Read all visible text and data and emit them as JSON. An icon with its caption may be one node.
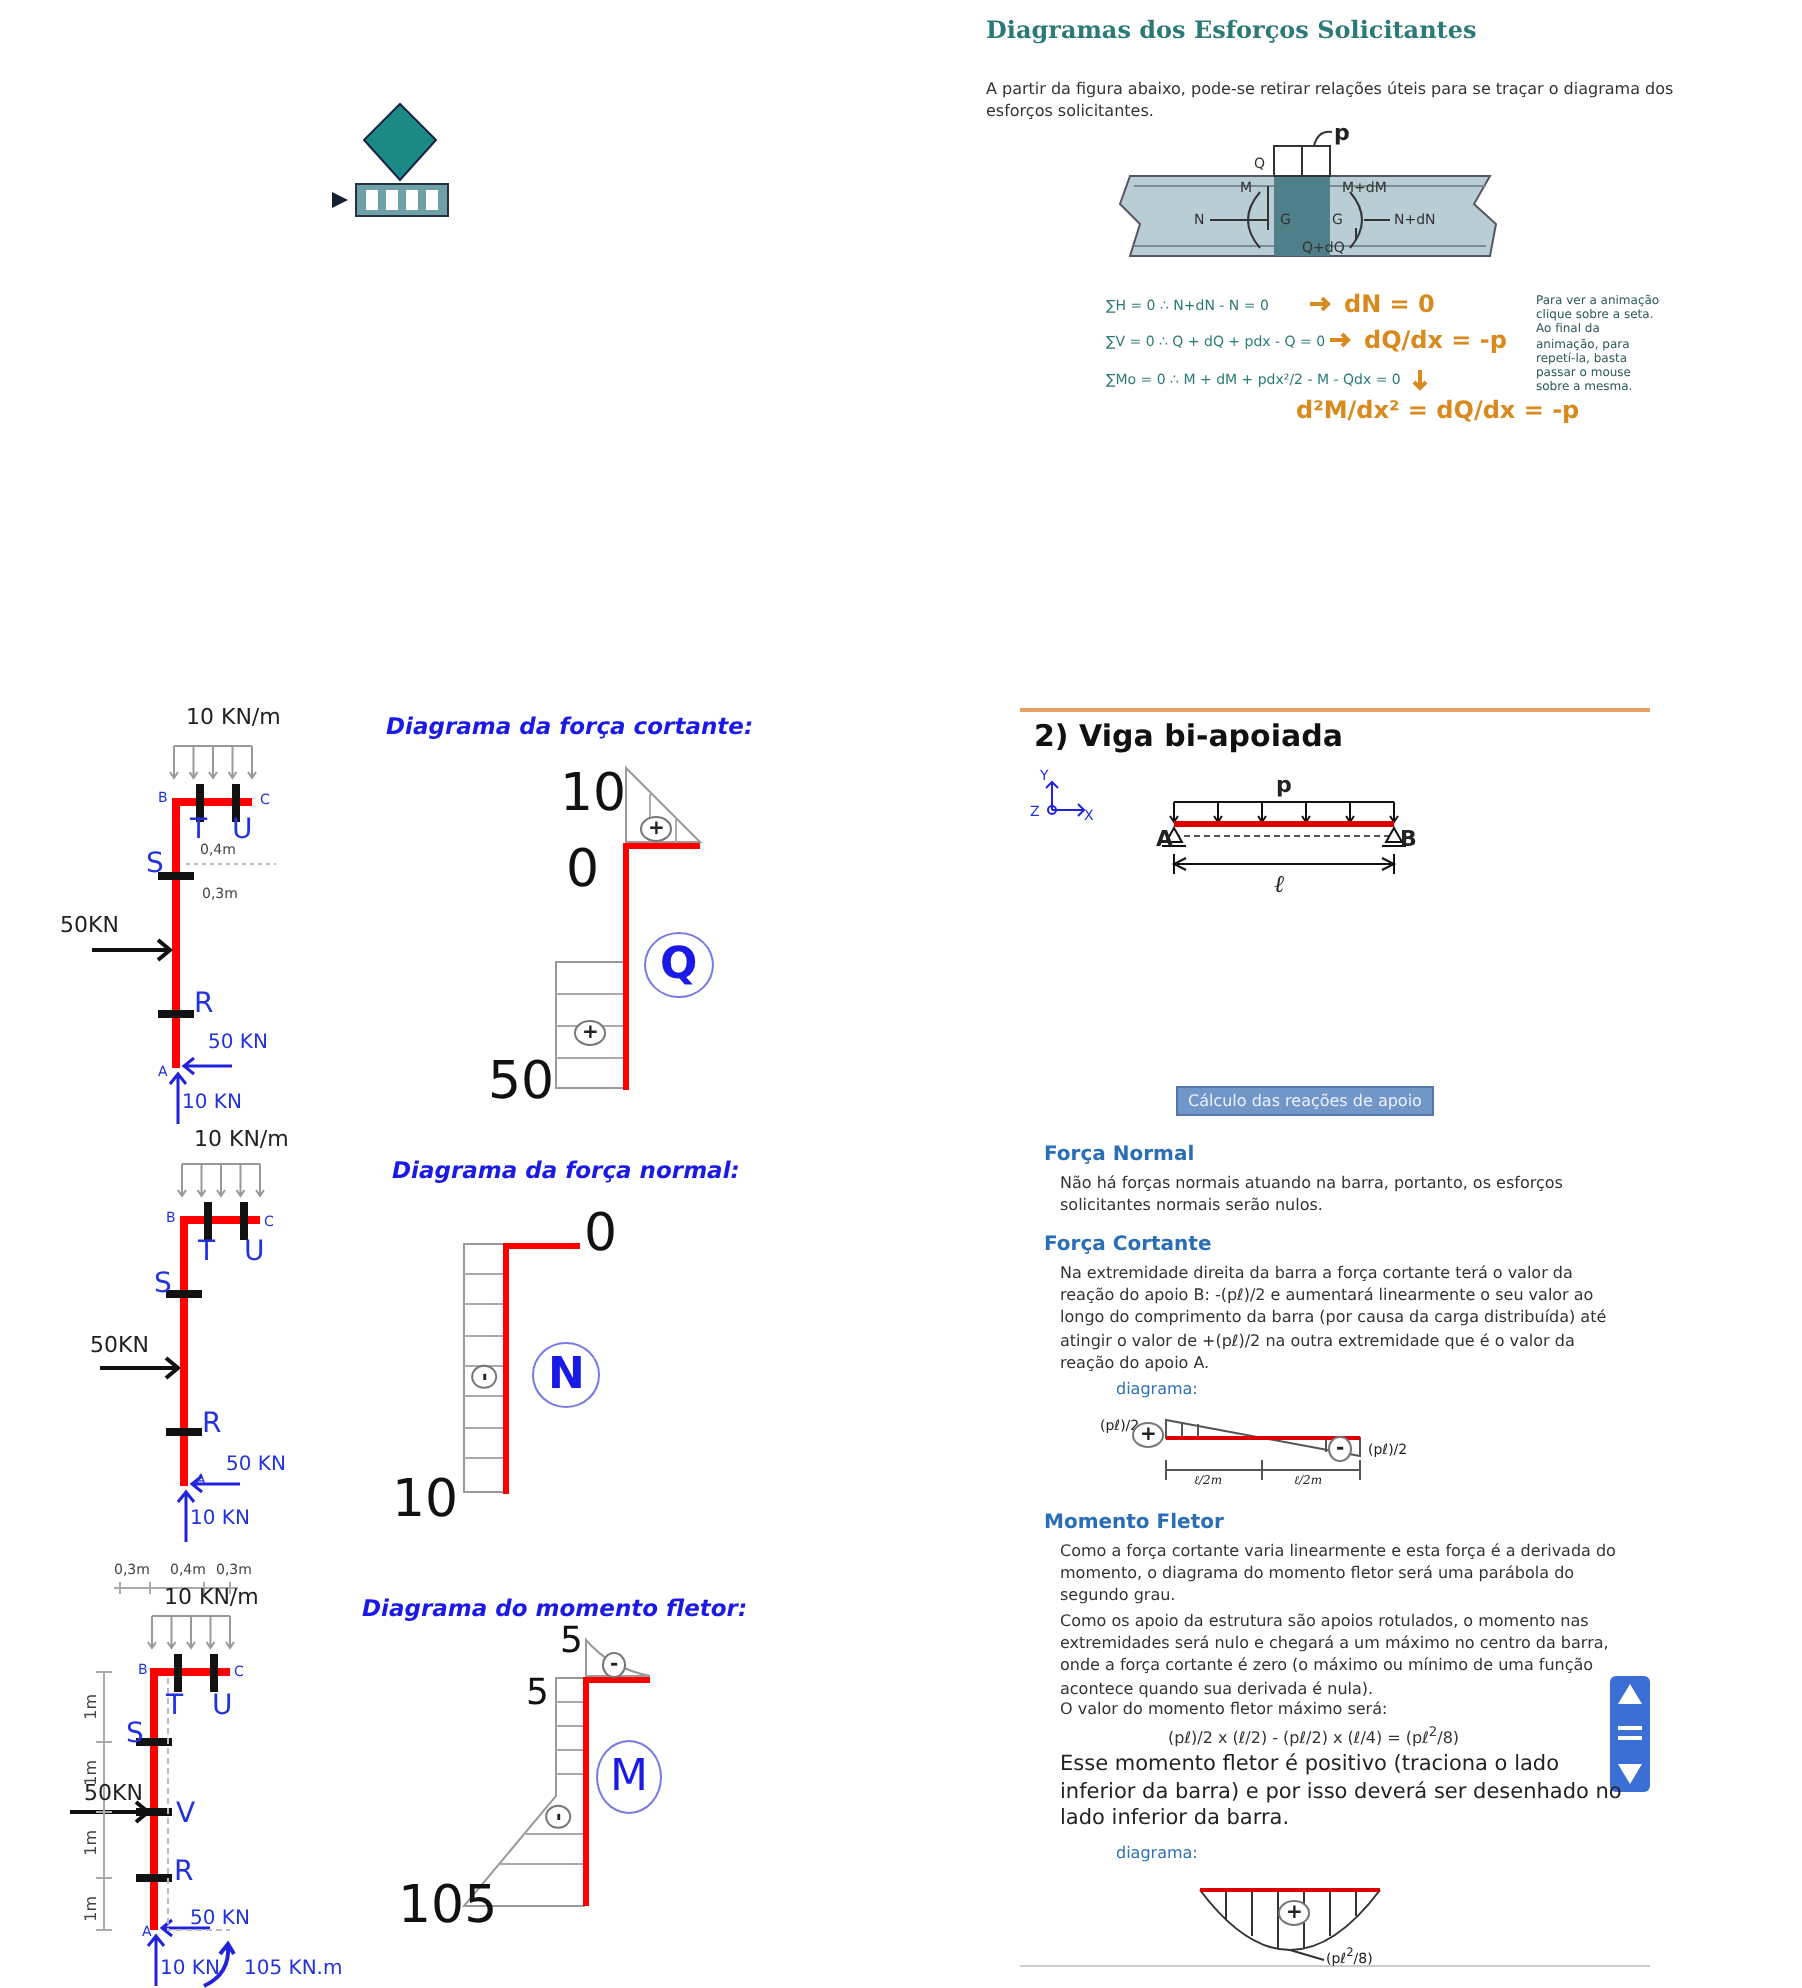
{
  "diagram": {
    "labels": [
      "Diagramas dos Esforços Solicitantes",
      "A partir da figura abaixo, pode-se retirar relações úteis para se traçar o diagrama dos esforços solicitantes.",
      "p",
      "M",
      "Q",
      "M+dM",
      "N",
      "G",
      "G",
      "N+dN",
      "Q+dQ",
      "∑H = 0  ∴  N+dN - N = 0",
      "dN = 0",
      "∑V = 0  ∴  Q + dQ + pdx - Q = 0",
      "dQ/dx = -p",
      "∑Mo = 0  ∴  M + dM + pdx²/2 - M - Qdx = 0",
      "d²M/dx² = dQ/dx = -p",
      "Para ver a animação clique sobre a seta. Ao final da animação, para repetí-la, basta passar o mouse sobre a mesma.",
      "10 KN/m",
      "B",
      "C",
      "T",
      "U",
      "S",
      "0,4m",
      "0,3m",
      "50KN",
      "R",
      "50 KN",
      "A",
      "10 KN",
      "Diagrama da força cortante:",
      "10",
      "+",
      "0",
      "Q",
      "+",
      "50",
      "10 KN/m",
      "B",
      "C",
      "T",
      "U",
      "S",
      "50KN",
      "R",
      "50 KN",
      "A",
      "10 KN",
      "Diagrama da força normal:",
      "0",
      "-",
      "N",
      "10",
      "0,3m",
      "0,4m",
      "0,3m",
      "10 KN/m",
      "B",
      "C",
      "1m",
      "T",
      "U",
      "S",
      "1m",
      "50KN",
      "V",
      "1m",
      "R",
      "1m",
      "50 KN",
      "A",
      "10 KN",
      "105 KN.m",
      "Diagrama do momento fletor:",
      "5",
      "-",
      "5",
      "M",
      "-",
      "105",
      "2) Viga bi-apoiada",
      "Y",
      "Z",
      "X",
      "p",
      "A",
      "B",
      "ℓ",
      "Cálculo das reações de apoio",
      "Força Normal",
      "Não há forças normais atuando na barra, portanto, os esforços solicitantes normais serão nulos.",
      "Força Cortante",
      "Na extremidade direita da barra a força cortante terá o valor da reação do apoio B: -(pℓ)/2 e aumentará linearmente o seu valor ao longo do comprimento da barra (por causa da carga distribuída) até atingir o valor de +(pℓ)/2 na outra extremidade que é o valor da reação do apoio A.",
      "diagrama:",
      "(pℓ)/2",
      "+",
      "-",
      "(pℓ)/2",
      "ℓ/2m",
      "ℓ/2m",
      "Momento Fletor",
      "Como a força cortante varia linearmente e esta força é a derivada do momento, o diagrama do momento fletor será uma parábola do segundo grau.",
      "Como os apoio da estrutura são apoios rotulados, o momento nas extremidades será nulo e chegará a um máximo no centro da barra, onde a força cortante é zero (o máximo ou mínimo de uma função acontece quando sua derivada é nula).",
      "O valor do momento fletor máximo será:",
      "(pℓ)/2 x (ℓ/2) - (pℓ/2) x (ℓ/4) = (pℓ$^{2}$/8)",
      "Esse momento fletor é positivo (traciona o lado inferior da barra) e por isso deverá ser desenhado no lado inferior da barra.",
      "diagrama:",
      "+",
      "(pℓ$^{2}$/8)"
    ]
  }
}
